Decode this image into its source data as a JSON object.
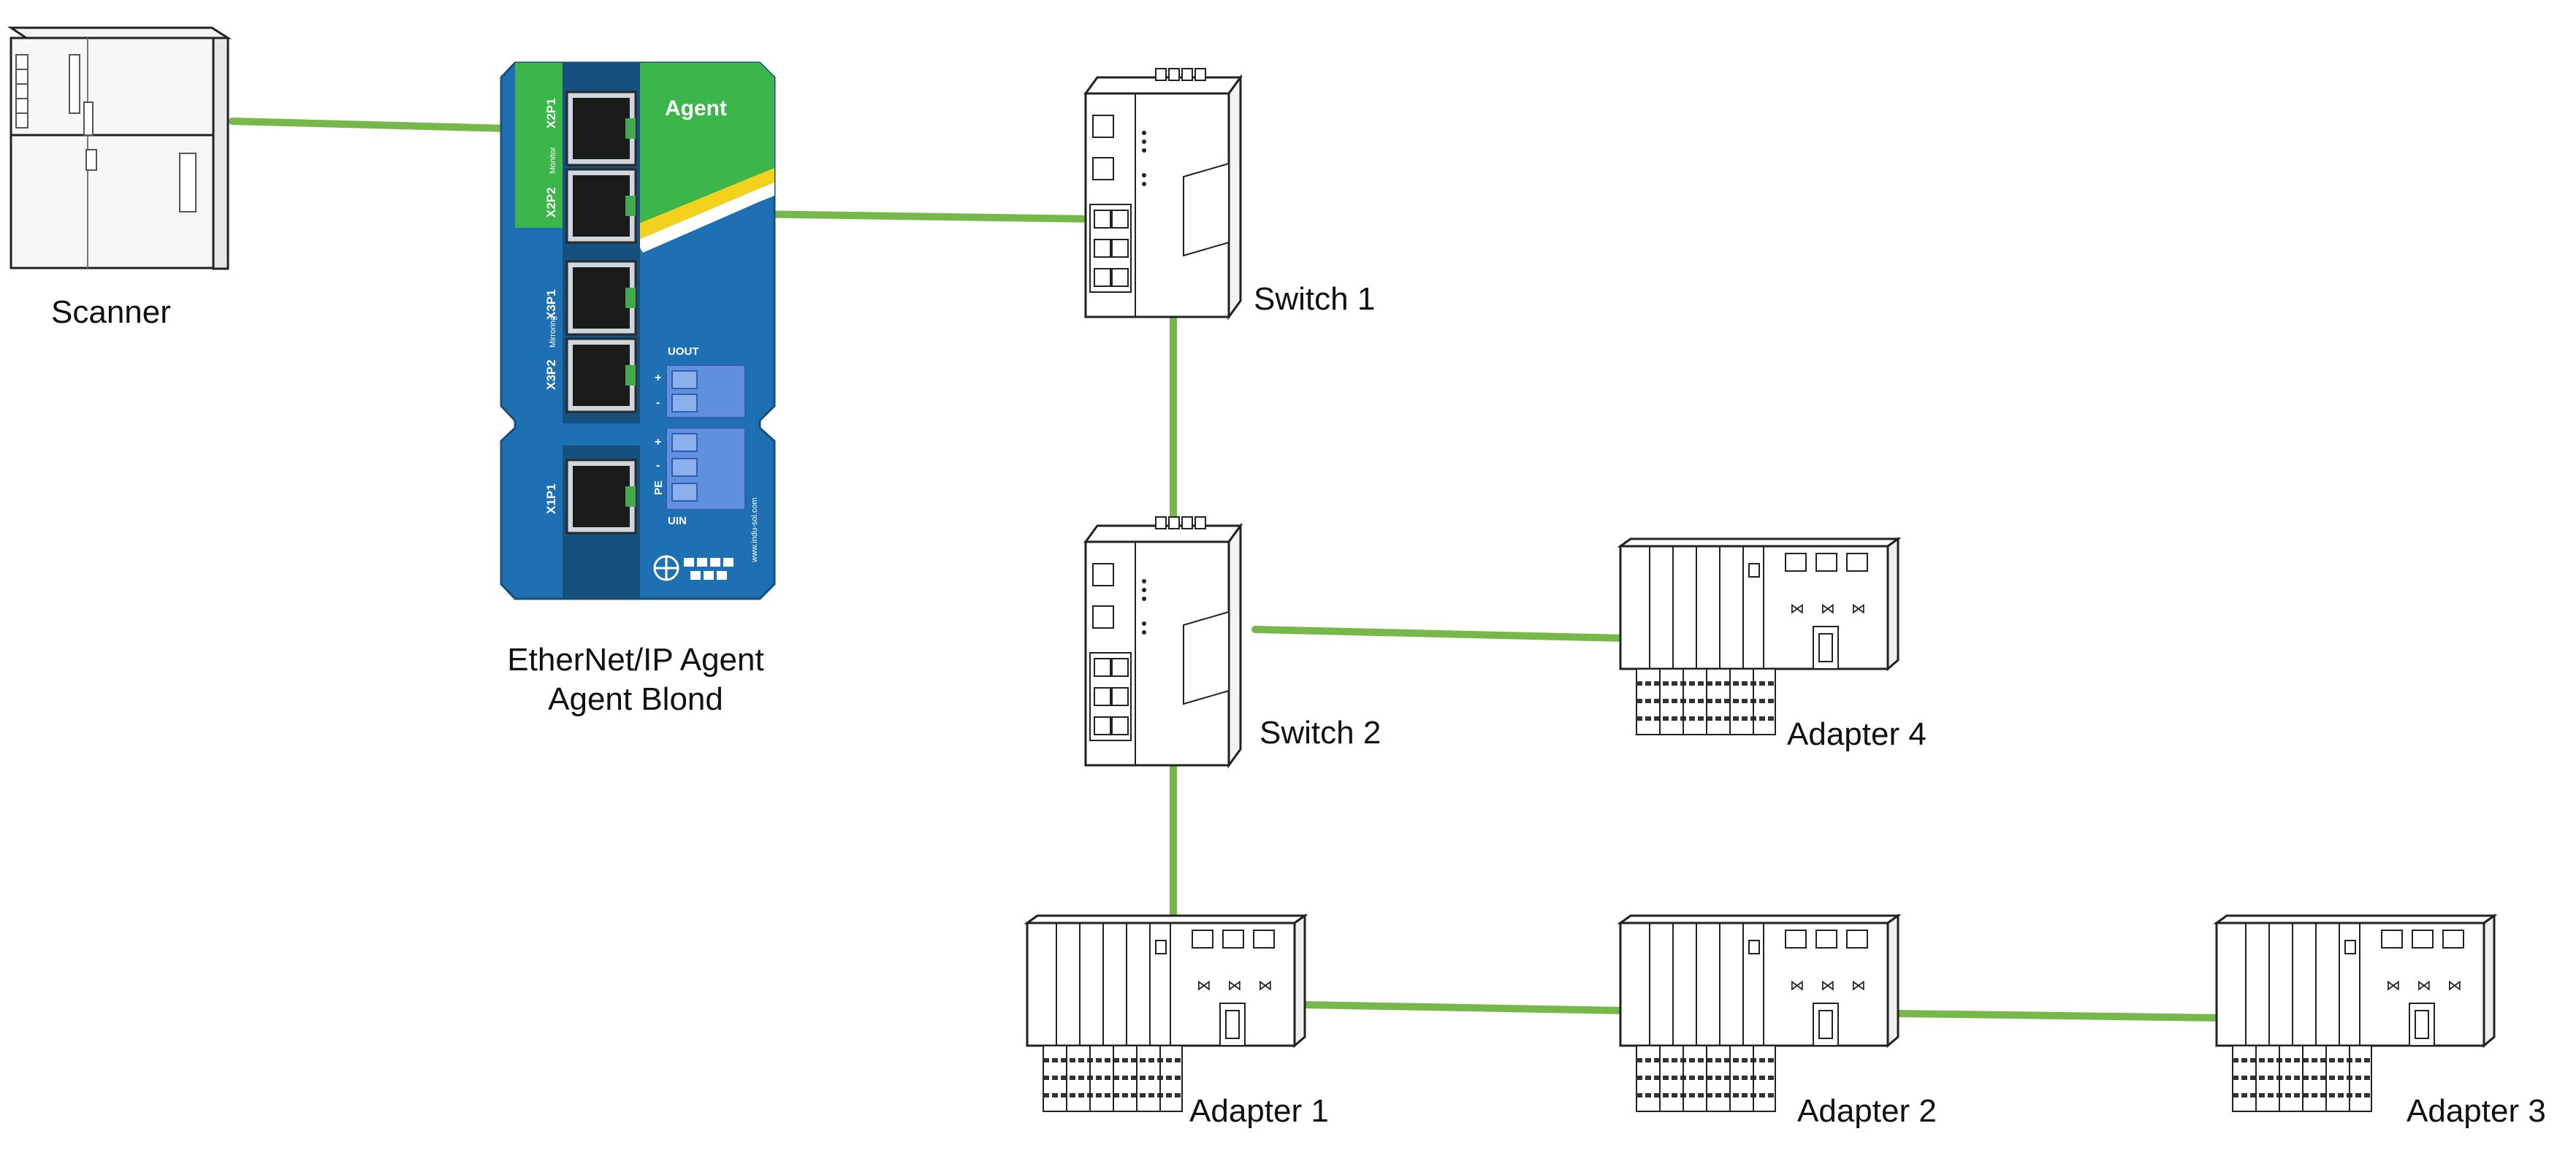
{
  "colors": {
    "cable": "#77b84a",
    "agent_blue": "#1f6fb3",
    "agent_green": "#3cb54a",
    "agent_yellow": "#f2d21c",
    "device_outline": "#222222",
    "terminal_blue": "#5f8fdd"
  },
  "devices": {
    "scanner": {
      "label": "Scanner",
      "icon": "plc-icon"
    },
    "agent": {
      "label_line1": "EtherNet/IP Agent",
      "label_line2": "Agent Blond",
      "brand_text": "Agent",
      "port_x2p1": "X2P1",
      "port_x2p2": "X2P2",
      "port_x3p1": "X3P1",
      "port_x3p2": "X3P2",
      "port_x1p1": "X1P1",
      "monitor_text": "Monitor",
      "mirroring_text": "Mirroring",
      "uout_label": "UOUT",
      "uin_label": "UIN",
      "pe_label": "PE",
      "plus": "+",
      "minus": "-",
      "website": "www.indu-sol.com",
      "icon": "network-tap-icon"
    },
    "switch1": {
      "label": "Switch 1",
      "icon": "switch-icon"
    },
    "switch2": {
      "label": "Switch 2",
      "icon": "switch-icon"
    },
    "adapter1": {
      "label": "Adapter 1",
      "icon": "io-adapter-icon"
    },
    "adapter2": {
      "label": "Adapter 2",
      "icon": "io-adapter-icon"
    },
    "adapter3": {
      "label": "Adapter 3",
      "icon": "io-adapter-icon"
    },
    "adapter4": {
      "label": "Adapter 4",
      "icon": "io-adapter-icon"
    }
  },
  "connections": [
    {
      "from": "scanner",
      "to": "agent X2P1"
    },
    {
      "from": "agent X2P2",
      "to": "switch1"
    },
    {
      "from": "switch1",
      "to": "switch2"
    },
    {
      "from": "switch2",
      "to": "adapter4"
    },
    {
      "from": "switch2",
      "to": "adapter1"
    },
    {
      "from": "adapter1",
      "to": "adapter2"
    },
    {
      "from": "adapter2",
      "to": "adapter3"
    }
  ]
}
